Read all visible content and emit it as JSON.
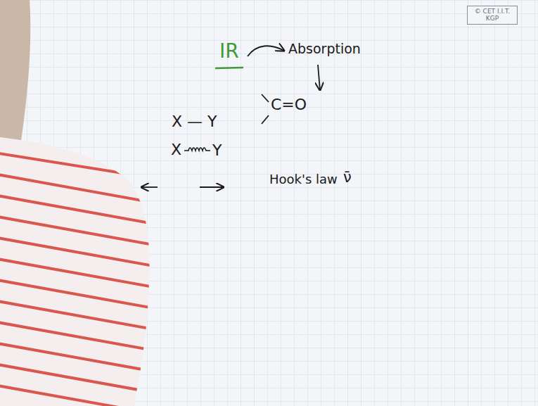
{
  "diagram": {
    "nodes": [
      {
        "text": [
          "© CET I.I.T. KGP"
        ]
      }
    ],
    "labels": [
      "IR",
      "Absorption",
      "C=O",
      "X — Y",
      "X",
      "Y",
      "Hook's law",
      "ν̄"
    ]
  }
}
